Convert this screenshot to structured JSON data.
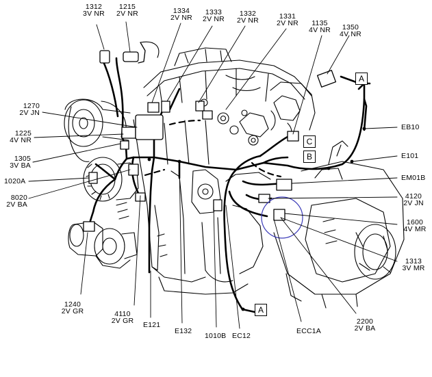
{
  "callouts": {
    "c1312": [
      "1312",
      "3V NR"
    ],
    "c1215": [
      "1215",
      "2V NR"
    ],
    "c1334": [
      "1334",
      "2V NR"
    ],
    "c1333": [
      "1333",
      "2V NR"
    ],
    "c1332": [
      "1332",
      "2V NR"
    ],
    "c1331": [
      "1331",
      "2V NR"
    ],
    "c1135": [
      "1135",
      "4V NR"
    ],
    "c1350": [
      "1350",
      "4V NR"
    ],
    "c1270": [
      "1270",
      "2V JN"
    ],
    "c1225": [
      "1225",
      "4V NR"
    ],
    "c1305": [
      "1305",
      "3V BA"
    ],
    "c1020A": [
      "1020A"
    ],
    "c8020": [
      "8020",
      "2V BA"
    ],
    "cEB10": [
      "EB10"
    ],
    "cE101": [
      "E101"
    ],
    "cEM01B": [
      "EM01B"
    ],
    "c4120": [
      "4120",
      "2V JN"
    ],
    "c1600": [
      "1600",
      "4V MR"
    ],
    "c1313": [
      "1313",
      "3V MR"
    ],
    "c1240": [
      "1240",
      "2V GR"
    ],
    "c4110": [
      "4110",
      "2V GR"
    ],
    "cE121": [
      "E121"
    ],
    "cE132": [
      "E132"
    ],
    "c1010B": [
      "1010B"
    ],
    "cEC12": [
      "EC12"
    ],
    "cECC1A": [
      "ECC1A"
    ],
    "c2200": [
      "2200",
      "2V BA"
    ]
  },
  "connector_boxes": {
    "A_top": "A",
    "B": "B",
    "C": "C",
    "A_bottom": "A"
  }
}
